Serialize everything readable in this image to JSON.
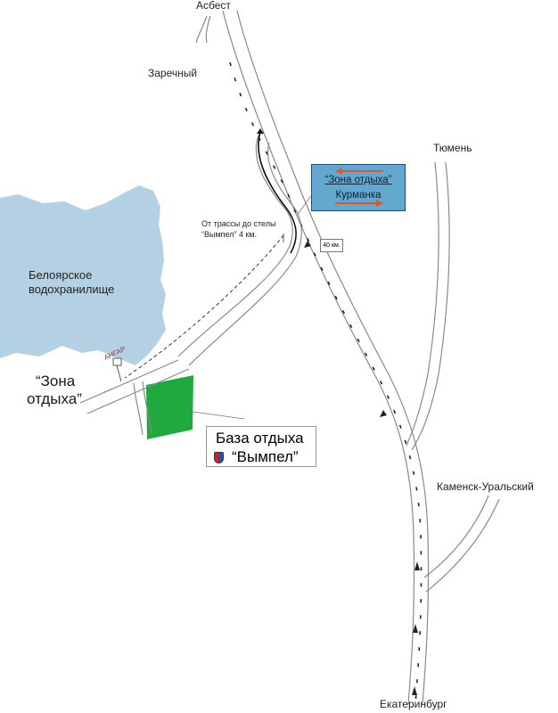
{
  "map": {
    "colors": {
      "lake": "#b3d1e3",
      "recreation_zone": "#1fa93f",
      "sign_fill": "#62a8cf",
      "sign_arrow": "#e0552a",
      "road": "#8a8a8a"
    },
    "labels": {
      "asbest": "Асбест",
      "zarechny": "Заречный",
      "tyumen": "Тюмень",
      "kamensk": "Каменск-Уральский",
      "ekaterinburg": "Екатеринбург",
      "lake_line1": "Белоярское",
      "lake_line2": "водохранилище",
      "zone_line1": "“Зона",
      "zone_line2": "отдыха”",
      "hangar": "АНГАР",
      "distance_line1": "От трассы до стелы",
      "distance_line2": "“Вымпел”  4 км.",
      "km_marker": "40 км."
    },
    "sign": {
      "line1": "“Зона отдыха”",
      "line2": "Курманка",
      "icon": "red-arrow-icon"
    },
    "base": {
      "line1": "База отдыха",
      "line2": "“Вымпел”",
      "icon": "vympel-emblem-icon"
    }
  }
}
